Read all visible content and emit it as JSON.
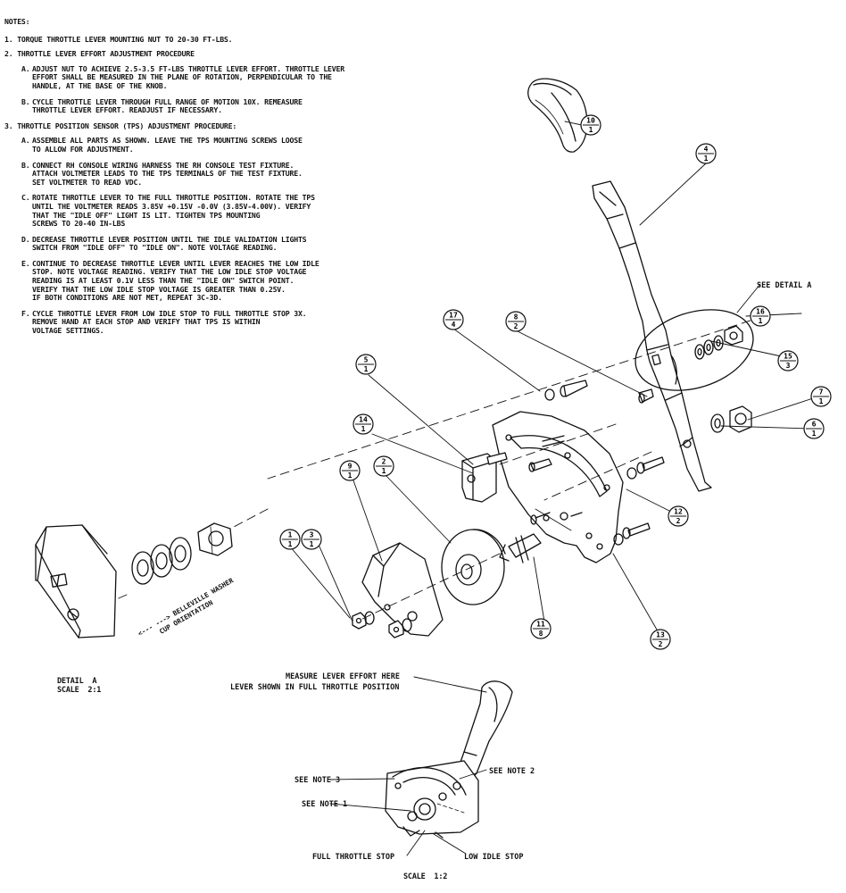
{
  "notes": {
    "title": "NOTES:",
    "note1": "1. TORQUE THROTTLE LEVER MOUNTING NUT TO 20-30 FT-LBS.",
    "note2": "2. THROTTLE LEVER EFFORT ADJUSTMENT PROCEDURE",
    "note2_steps": [
      {
        "label": "A.",
        "text": "ADJUST NUT TO ACHIEVE 2.5-3.5 FT-LBS THROTTLE LEVER EFFORT.  THROTTLE LEVER\nEFFORT SHALL BE MEASURED IN THE PLANE OF ROTATION, PERPENDICULAR TO THE\nHANDLE, AT THE BASE OF THE KNOB."
      },
      {
        "label": "B.",
        "text": "CYCLE THROTTLE LEVER THROUGH FULL RANGE OF MOTION 10X.  REMEASURE\nTHROTTLE LEVER EFFORT.  READJUST IF NECESSARY."
      }
    ],
    "note3": "3. THROTTLE POSITION SENSOR (TPS) ADJUSTMENT PROCEDURE:",
    "note3_steps": [
      {
        "label": "A.",
        "text": "ASSEMBLE ALL PARTS AS SHOWN.  LEAVE THE TPS  MOUNTING SCREWS LOOSE\nTO ALLOW FOR ADJUSTMENT."
      },
      {
        "label": "B.",
        "text": "CONNECT RH CONSOLE WIRING HARNESS THE RH CONSOLE TEST FIXTURE.\nATTACH VOLTMETER LEADS TO THE TPS TERMINALS OF THE TEST FIXTURE.\nSET VOLTMETER TO READ VDC."
      },
      {
        "label": "C.",
        "text": "ROTATE THROTTLE LEVER TO THE FULL THROTTLE POSITION.  ROTATE THE TPS\nUNTIL THE VOLTMETER READS 3.85V +0.15V -0.0V (3.85V-4.00V).  VERIFY\nTHAT THE \"IDLE OFF\" LIGHT IS LIT.  TIGHTEN TPS MOUNTING\nSCREWS TO 20-40 IN-LBS"
      },
      {
        "label": "D.",
        "text": "DECREASE THROTTLE LEVER POSITION UNTIL THE IDLE VALIDATION LIGHTS\nSWITCH FROM \"IDLE OFF\" TO \"IDLE ON\".  NOTE VOLTAGE READING."
      },
      {
        "label": "E.",
        "text": "CONTINUE TO DECREASE THROTTLE LEVER UNTIL LEVER REACHES THE LOW IDLE\nSTOP.  NOTE VOLTAGE READING.  VERIFY THAT THE LOW IDLE STOP VOLTAGE\nREADING IS AT LEAST 0.1V LESS THAN THE \"IDLE ON\" SWITCH POINT.\nVERIFY THAT THE LOW IDLE STOP VOLTAGE IS GREATER THAN 0.25V.\nIF BOTH CONDITIONS ARE NOT MET, REPEAT 3C-3D."
      },
      {
        "label": "F.",
        "text": "CYCLE THROTTLE LEVER FROM LOW IDLE STOP TO FULL THROTTLE STOP 3X.\nREMOVE HAND AT EACH STOP AND VERIFY THAT TPS IS WITHIN\nVOLTAGE SETTINGS."
      }
    ]
  },
  "balloons": [
    {
      "top": "10",
      "bottom": "1"
    },
    {
      "top": "4",
      "bottom": "1"
    },
    {
      "top": "16",
      "bottom": "1"
    },
    {
      "top": "15",
      "bottom": "3"
    },
    {
      "top": "7",
      "bottom": "1"
    },
    {
      "top": "6",
      "bottom": "1"
    },
    {
      "top": "17",
      "bottom": "4"
    },
    {
      "top": "8",
      "bottom": "2"
    },
    {
      "top": "5",
      "bottom": "1"
    },
    {
      "top": "14",
      "bottom": "1"
    },
    {
      "top": "9",
      "bottom": "1"
    },
    {
      "top": "2",
      "bottom": "1"
    },
    {
      "top": "12",
      "bottom": "2"
    },
    {
      "top": "13",
      "bottom": "2"
    },
    {
      "top": "11",
      "bottom": "8"
    },
    {
      "top": "3",
      "bottom": "1"
    },
    {
      "top": "1",
      "bottom": "1"
    }
  ],
  "labels": {
    "see_detail_a": "SEE DETAIL  A",
    "detail_a_title": "DETAIL  A",
    "detail_a_scale": "SCALE  2:1",
    "belleville_line1": "<---  --->  BELLEVILLE WASHER",
    "belleville_line2": "CUP ORIENTATION",
    "measure_line1": "MEASURE LEVER EFFORT HERE",
    "measure_line2": "LEVER SHOWN IN FULL THROTTLE POSITION",
    "see_note_3": "SEE NOTE 3",
    "see_note_2": "SEE NOTE 2",
    "see_note_1": "SEE NOTE 1",
    "full_throttle_stop": "FULL THROTTLE STOP",
    "low_idle_stop": "LOW IDLE STOP",
    "scale_bottom": "SCALE  1:2"
  }
}
